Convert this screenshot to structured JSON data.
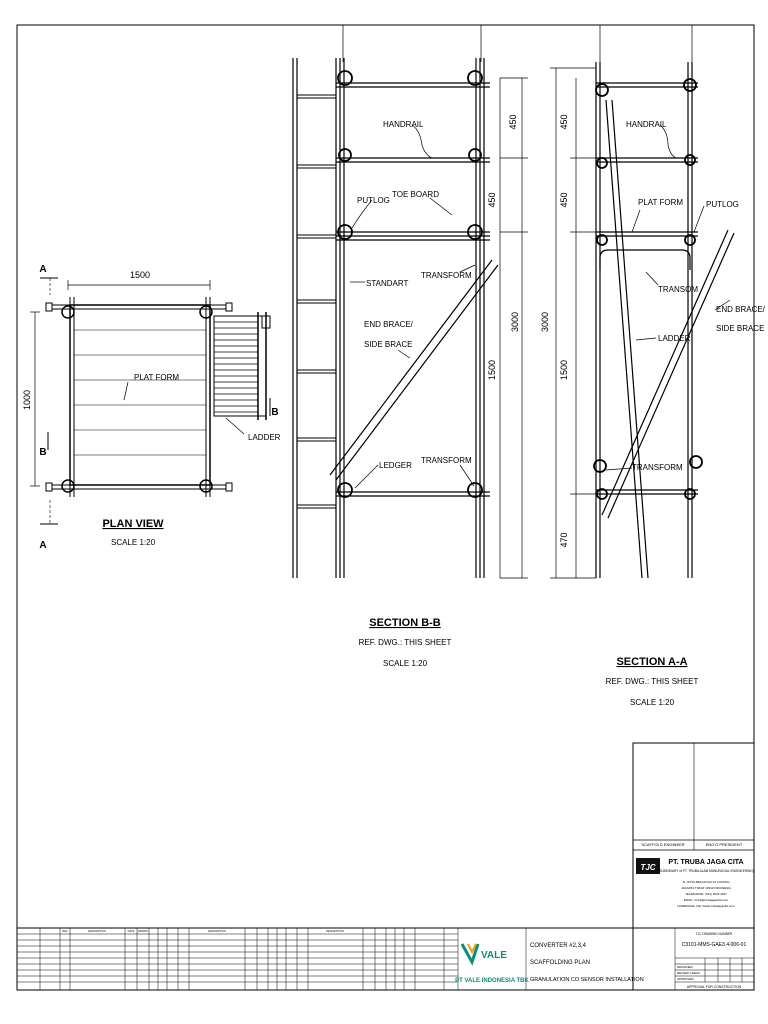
{
  "plan_view": {
    "title": "PLAN VIEW",
    "scale": "SCALE 1:20",
    "dim_width": "1500",
    "dim_depth": "1000",
    "label_platform": "PLAT FORM",
    "label_ladder": "LADDER",
    "cut_a": "A",
    "cut_b": "B"
  },
  "section_bb": {
    "title": "SECTION B-B",
    "ref": "REF. DWG.: THIS SHEET",
    "scale": "SCALE 1:20",
    "labels": {
      "handrail": "HANDRAIL",
      "putlog": "PUTLOG",
      "toe_board": "TOE BOARD",
      "standart": "STANDART",
      "transform_upper": "TRANSFORM",
      "end_brace_1": "END BRACE/",
      "end_brace_2": "SIDE BRACE",
      "ledger": "LEDGER",
      "transform_lower": "TRANSFORM"
    },
    "dims": {
      "d450a": "450",
      "d450b": "450",
      "d1500": "1500",
      "d3000": "3000"
    }
  },
  "section_aa": {
    "title": "SECTION A-A",
    "ref": "REF. DWG.: THIS SHEET",
    "scale": "SCALE 1:20",
    "labels": {
      "handrail": "HANDRAIL",
      "plat_form": "PLAT FORM",
      "putlog": "PUTLOG",
      "transom": "TRANSOM",
      "end_brace_1": "END BRACE/",
      "end_brace_2": "SIDE BRACE",
      "ladder": "LADDER",
      "transform": "TRANSFORM"
    },
    "dims": {
      "d450a": "450",
      "d450b": "450",
      "d1500": "1500",
      "d470": "470",
      "d3000": "3000"
    }
  },
  "title_block": {
    "role_left": "SCAFFOLD ENGINEER",
    "role_right": "ENG'G PRESIDENT",
    "company_name": "PT. TRUBA JAGA CITA",
    "company_sub": "(SUBSIDIARY of PT. TRUBA ALAM MANUNGGAL ENGINEERING)",
    "address_1": "JL. RAYA BEKASI KM 23 CAKUNG",
    "address_2": "JAKARTA TIMUR 13910 INDONESIA",
    "phone": "TELEPHONE: (021) 4603 3467",
    "email": "EMAIL: truba@trubajagacita.com",
    "web": "HOMEPAGE: http://www.trubajagacita.com",
    "client_logo_text": "VALE",
    "client_name": "PT VALE INDONESIA TBK",
    "drawing_title_1": "CONVERTER #2,3,4",
    "drawing_title_2": "SCAFFOLDING PLAN",
    "drawing_title_3": "GRANULATION CO SENSOR INSTALLATION",
    "drawing_number_label": "TJC DRAWING NUMBER",
    "drawing_number": "C3101-MMS-GAE3.4-006-01",
    "approval": "APPROVAL FOR CONSTRUCTION",
    "sign_rows": [
      "DESIGNED",
      "REVIEW CHECK",
      "APPROVED"
    ],
    "rev_headers": [
      "REV",
      "DESCRIPTION",
      "DATE",
      "DRAWN",
      "CHK",
      "APVD",
      "DESIGN",
      "REVIEW"
    ]
  }
}
